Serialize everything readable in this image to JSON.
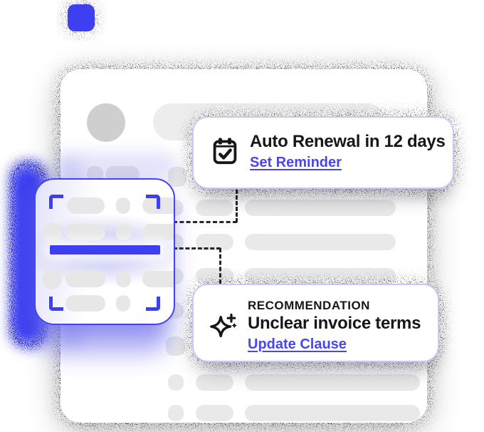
{
  "colors": {
    "accent": "#3E3FF1",
    "scanBorder": "#4443EE",
    "cardBorder": "#C8C8F8",
    "link": "#4846EC",
    "ink": "#17171B",
    "pill": "#E9E9E9",
    "pillDark": "#E7E7E7",
    "avatar": "#CFCFCF",
    "headerPill": "#EDEDED",
    "dash": "#26262A"
  },
  "reminder_card": {
    "icon": "calendar-check-icon",
    "title": "Auto Renewal in 12 days",
    "action_label": "Set Reminder"
  },
  "recommendation_card": {
    "icon": "sparkles-icon",
    "eyebrow": "RECOMMENDATION",
    "title": "Unclear invoice terms",
    "action_label": "Update Clause"
  }
}
